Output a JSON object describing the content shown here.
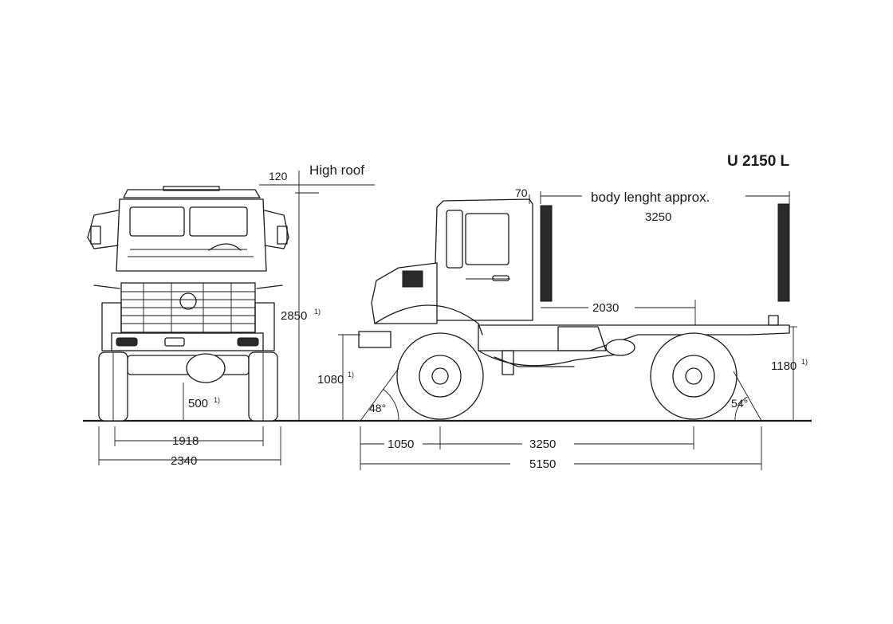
{
  "model": "U 2150 L",
  "roof": {
    "label": "High roof",
    "extra": "120"
  },
  "body_length": {
    "label": "body lenght approx.",
    "value": "3250"
  },
  "front_view": {
    "height": "2850",
    "height_note": "1)",
    "ground_clearance": "500",
    "ground_clearance_note": "1)",
    "track": "1918",
    "overall_width": "2340"
  },
  "side_view": {
    "cab_gap": "70",
    "chassis_length": "2030",
    "front_frame_height": "1080",
    "front_frame_height_note": "1)",
    "rear_frame_height": "1180",
    "rear_frame_height_note": "1)",
    "approach_angle": "48°",
    "departure_angle": "54°",
    "front_overhang": "1050",
    "wheelbase": "3250",
    "overall_length": "5150"
  }
}
